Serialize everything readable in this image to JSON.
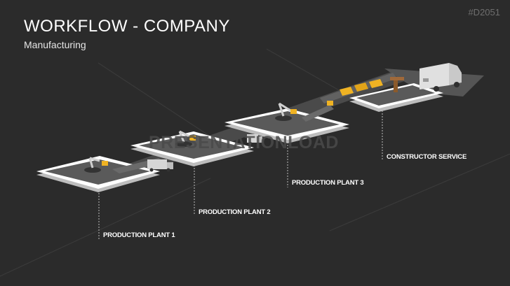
{
  "slide": {
    "title": "WORKFLOW - COMPANY",
    "subtitle": "Manufacturing",
    "code": "#D2051",
    "watermark": "PRESENTATIONLOAD"
  },
  "stages": [
    {
      "label": "PRODUCTION PLANT 1"
    },
    {
      "label": "PRODUCTION PLANT 2"
    },
    {
      "label": "PRODUCTION PLANT 3"
    },
    {
      "label": "CONSTRUCTOR SERVICE"
    }
  ],
  "colors": {
    "background": "#2b2b2b",
    "platform_top": "#595959",
    "platform_rim": "#ffffff",
    "platform_side": "#bdbdbd",
    "belt": "#555555",
    "box": "#f0b323",
    "truck": "#d6d6d6"
  },
  "icons": [
    "robot-arm-icon",
    "delivery-truck-icon",
    "cargo-box-icon",
    "crane-icon"
  ]
}
